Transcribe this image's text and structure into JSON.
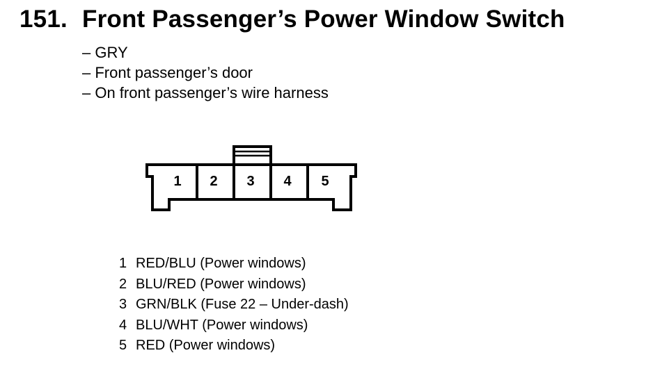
{
  "title": {
    "number": "151.",
    "text": "Front Passenger’s Power Window Switch"
  },
  "info": [
    "– GRY",
    "– Front passenger’s door",
    "– On front passenger’s wire harness"
  ],
  "connector": {
    "pin_labels": [
      "1",
      "2",
      "3",
      "4",
      "5"
    ]
  },
  "pins": [
    {
      "num": "1",
      "desc": "RED/BLU (Power windows)"
    },
    {
      "num": "2",
      "desc": "BLU/RED (Power windows)"
    },
    {
      "num": "3",
      "desc": "GRN/BLK (Fuse 22 – Under-dash)"
    },
    {
      "num": "4",
      "desc": "BLU/WHT (Power windows)"
    },
    {
      "num": "5",
      "desc": "RED (Power windows)"
    }
  ]
}
